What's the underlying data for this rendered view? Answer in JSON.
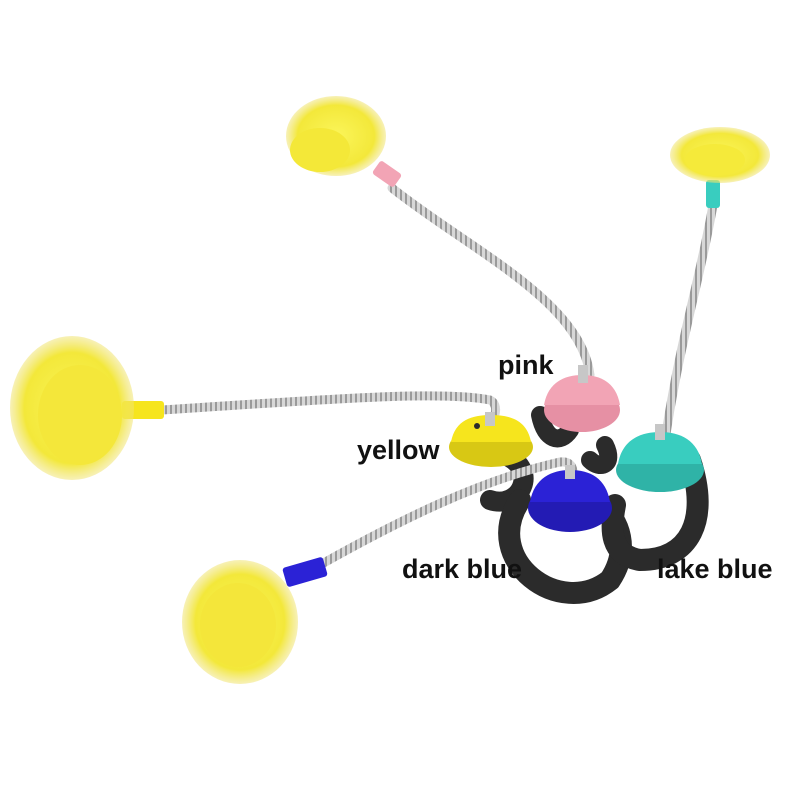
{
  "labels": {
    "pink": "pink",
    "yellow": "yellow",
    "dark_blue": "dark blue",
    "lake_blue": "lake blue"
  },
  "colors": {
    "background": "#ffffff",
    "feather": "#f7ee3c",
    "feather_shadow": "#e2d21f",
    "pink_base": "#f2a4b5",
    "yellow_base": "#f6e51d",
    "dark_blue_base": "#2b22d6",
    "lake_blue_base": "#39cdbf",
    "strap": "#2a2a2a",
    "spring": "#b9b9b9"
  }
}
